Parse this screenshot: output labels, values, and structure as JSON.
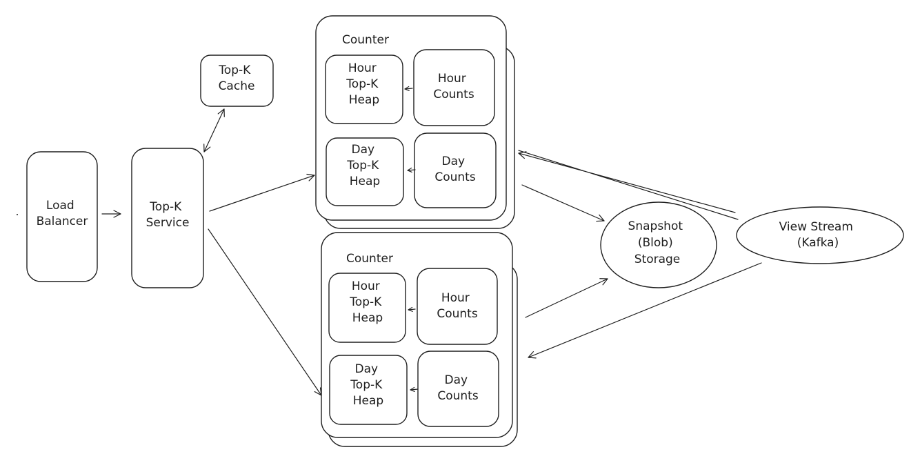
{
  "nodes": {
    "load_balancer": [
      "Load",
      "Balancer"
    ],
    "topk_service": [
      "Top-K",
      "Service"
    ],
    "topk_cache": [
      "Top-K",
      "Cache"
    ],
    "snapshot_storage": [
      "Snapshot",
      "(Blob)",
      "Storage"
    ],
    "view_stream": [
      "View Stream",
      "(Kafka)"
    ]
  },
  "counters": [
    {
      "title": "Counter",
      "hour_heap": [
        "Hour",
        "Top-K",
        "Heap"
      ],
      "hour_counts": [
        "Hour",
        "Counts"
      ],
      "day_heap": [
        "Day",
        "Top-K",
        "Heap"
      ],
      "day_counts": [
        "Day",
        "Counts"
      ]
    },
    {
      "title": "Counter",
      "hour_heap": [
        "Hour",
        "Top-K",
        "Heap"
      ],
      "hour_counts": [
        "Hour",
        "Counts"
      ],
      "day_heap": [
        "Day",
        "Top-K",
        "Heap"
      ],
      "day_counts": [
        "Day",
        "Counts"
      ]
    }
  ]
}
